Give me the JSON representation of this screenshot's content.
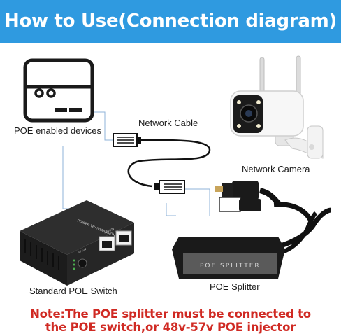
{
  "title": "How to Use(Connection diagram)",
  "labels": {
    "poe_devices": "POE enabled devices",
    "network_cable": "Network Cable",
    "network_camera": "Network Camera",
    "switch": "Standard POE Switch",
    "splitter": "POE Splitter"
  },
  "device_text": {
    "switch_top": "POWER TRANSMISSION",
    "switch_ports": "48V-57V",
    "switch_power": "5V-12V",
    "splitter_body": "POE SPLITTER"
  },
  "note": {
    "line1": "Note:The POE splitter must be connected to",
    "line2": "the POE switch,or 48v-57v POE injector"
  },
  "colors": {
    "banner": "#2f9ae0",
    "note": "#d02a23",
    "connector_lines": "#8fb3d9"
  }
}
